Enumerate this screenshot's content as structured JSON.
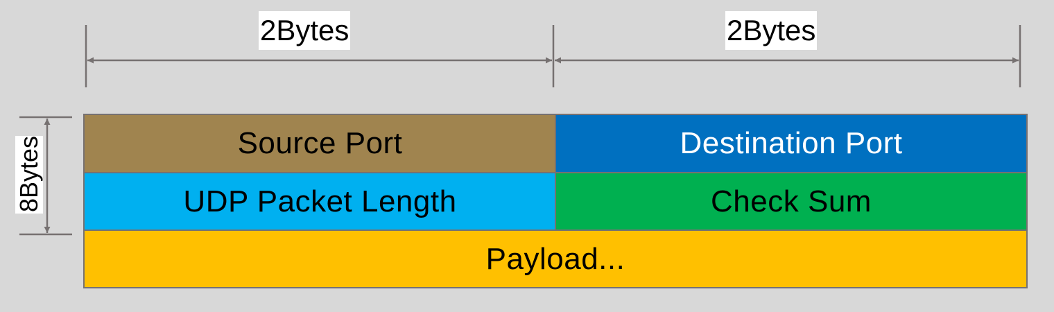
{
  "dimensions": {
    "top_left_width": "2Bytes",
    "top_right_width": "2Bytes",
    "header_height": "8Bytes"
  },
  "fields": {
    "source_port": {
      "label": "Source Port",
      "color": "#a0844f",
      "text_color": "#000000"
    },
    "destination_port": {
      "label": "Destination Port",
      "color": "#0070c0",
      "text_color": "#ffffff"
    },
    "udp_packet_length": {
      "label": "UDP Packet Length",
      "color": "#00b0f0",
      "text_color": "#000000"
    },
    "check_sum": {
      "label": "Check Sum",
      "color": "#00b050",
      "text_color": "#000000"
    },
    "payload": {
      "label": "Payload...",
      "color": "#ffc000",
      "text_color": "#000000"
    }
  },
  "colors": {
    "background": "#d8d8d8",
    "dimension_line": "#767171",
    "field_border": "#767171"
  }
}
